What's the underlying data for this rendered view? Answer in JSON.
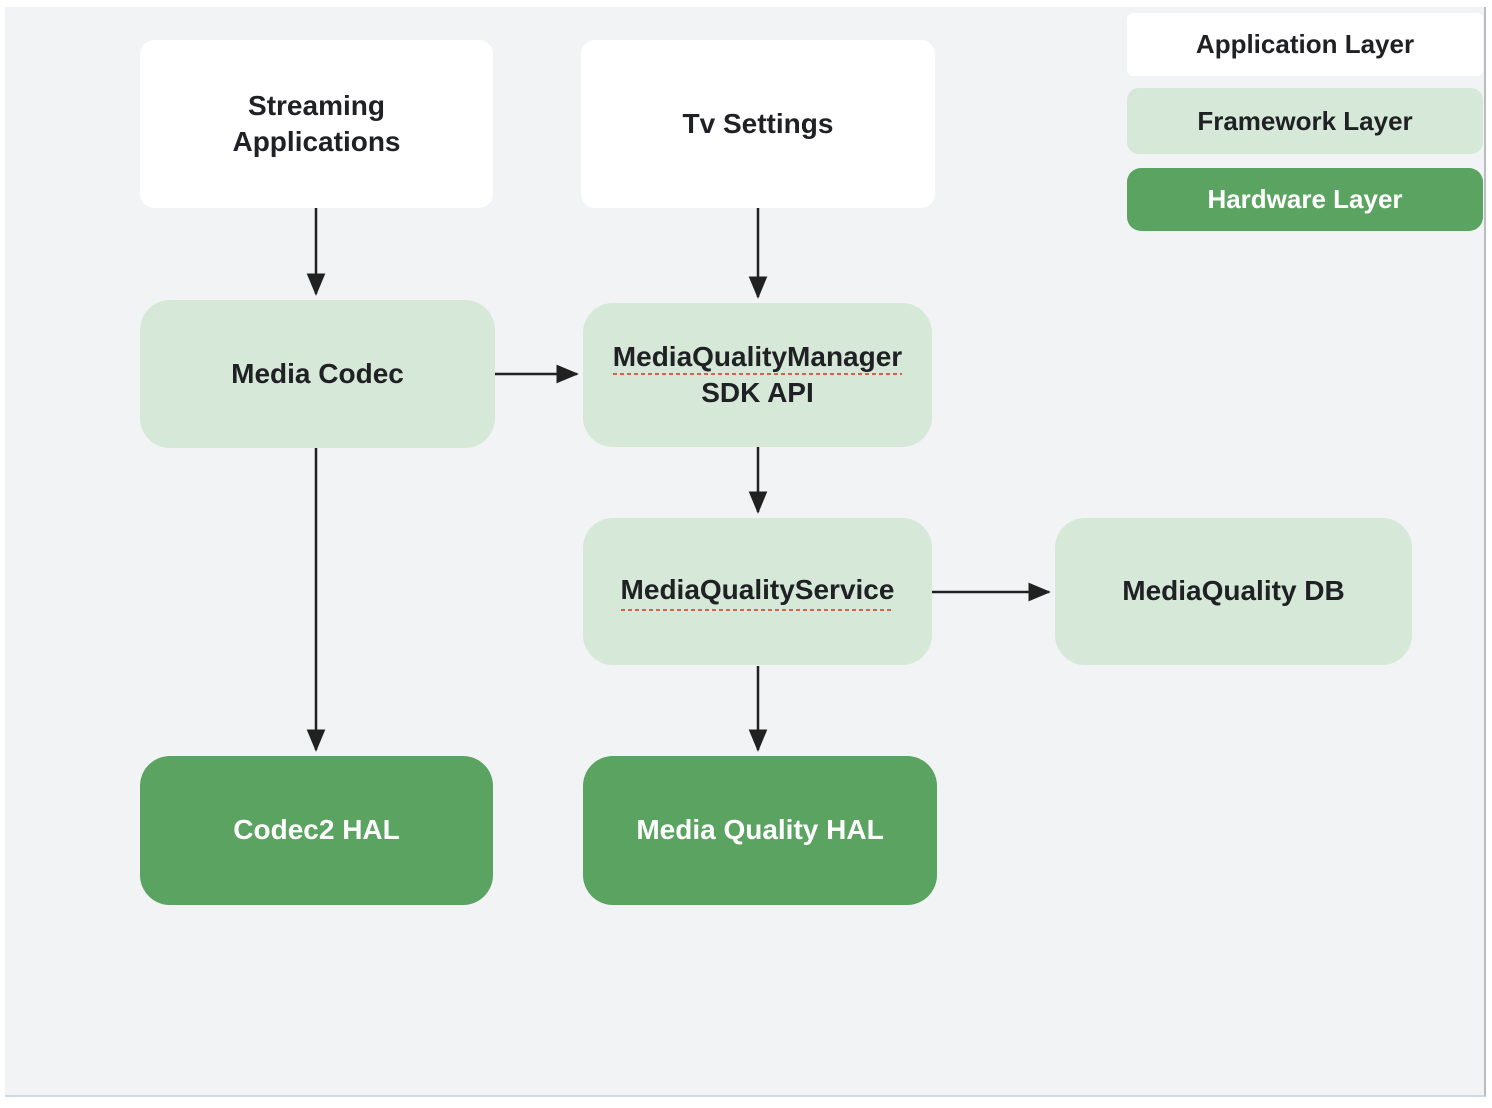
{
  "legend": {
    "application": {
      "label": "Application Layer"
    },
    "framework": {
      "label": "Framework Layer"
    },
    "hardware": {
      "label": "Hardware Layer"
    }
  },
  "nodes": {
    "streaming_apps": {
      "label": "Streaming Applications",
      "layer": "application"
    },
    "tv_settings": {
      "label": "Tv Settings",
      "layer": "application"
    },
    "media_codec": {
      "label": "Media Codec",
      "layer": "framework"
    },
    "mqm_sdk": {
      "line1": "MediaQualityManager",
      "line2": "SDK API",
      "layer": "framework",
      "line1_spellcheck_underline": true
    },
    "mq_service": {
      "label": "MediaQualityService",
      "layer": "framework",
      "spellcheck_underline": true
    },
    "mq_db": {
      "label": "MediaQuality DB",
      "layer": "framework"
    },
    "codec2_hal": {
      "label": "Codec2 HAL",
      "layer": "hardware"
    },
    "mq_hal": {
      "label": "Media Quality HAL",
      "layer": "hardware"
    }
  },
  "edges": [
    {
      "from": "Streaming Applications",
      "to": "Media Codec"
    },
    {
      "from": "Tv Settings",
      "to": "MediaQualityManager SDK API"
    },
    {
      "from": "Media Codec",
      "to": "MediaQualityManager SDK API"
    },
    {
      "from": "MediaQualityManager SDK API",
      "to": "MediaQualityService"
    },
    {
      "from": "Media Codec",
      "to": "Codec2 HAL"
    },
    {
      "from": "MediaQualityService",
      "to": "MediaQuality DB"
    },
    {
      "from": "MediaQualityService",
      "to": "Media Quality HAL"
    }
  ],
  "colors": {
    "background": "#f1f3f4",
    "application_layer_fill": "#ffffff",
    "framework_layer_fill": "#d6e8d7",
    "hardware_layer_fill": "#5aa360",
    "text_dark": "#202124",
    "text_light": "#ffffff",
    "arrow": "#212121",
    "spellcheck_underline": "#d93025"
  }
}
